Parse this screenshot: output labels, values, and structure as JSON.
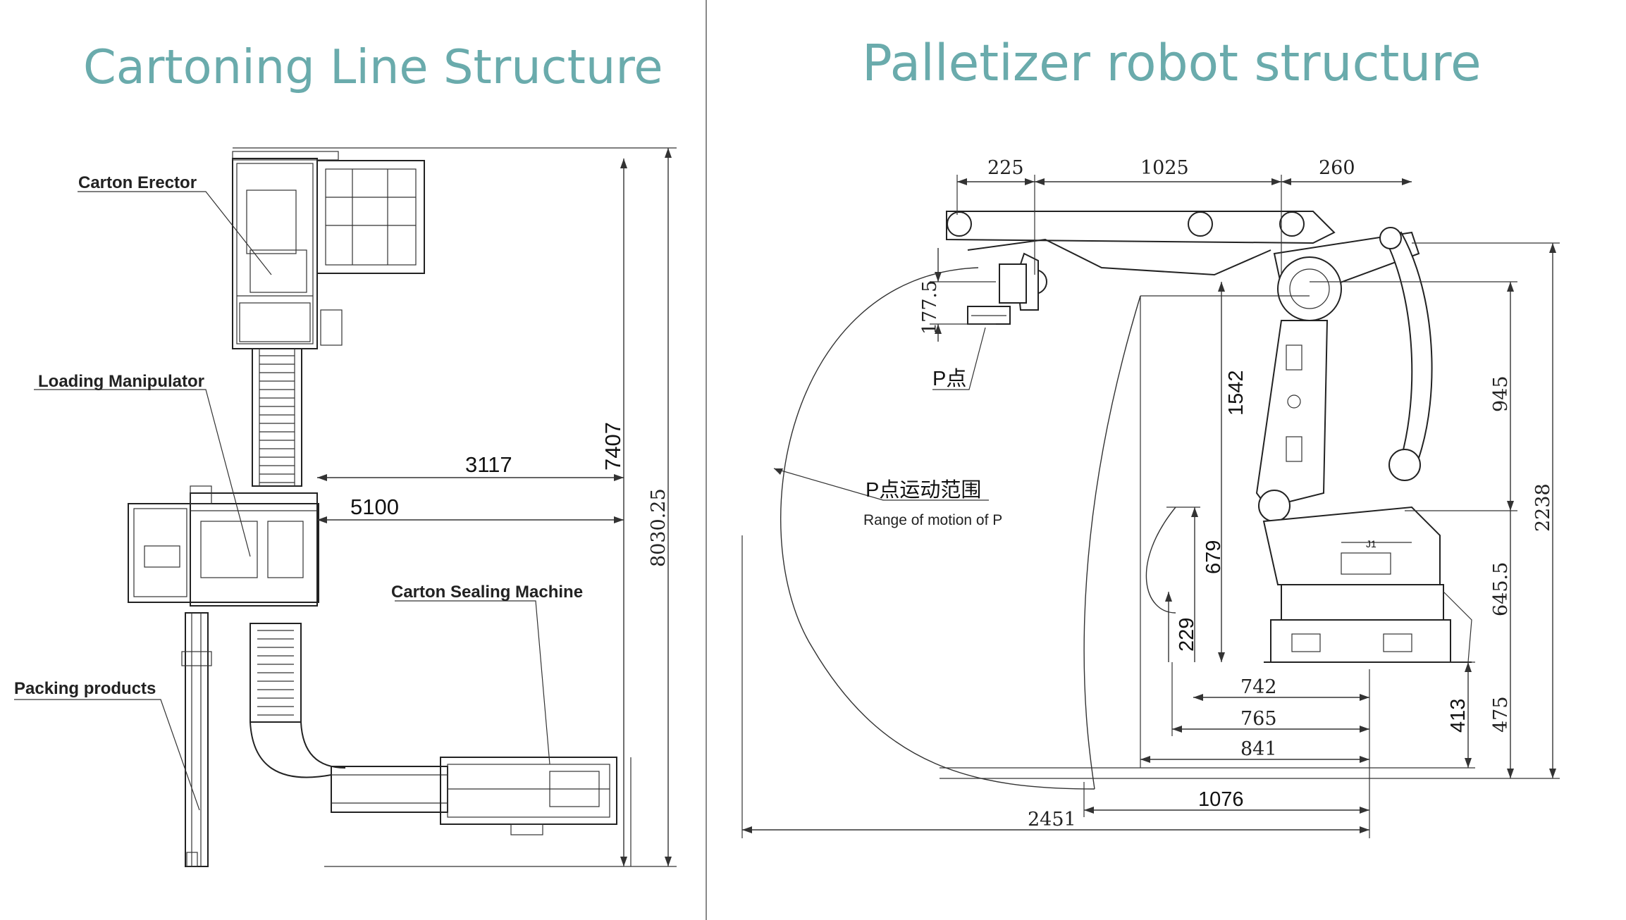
{
  "left": {
    "title": "Cartoning Line Structure",
    "labels": {
      "carton_erector": "Carton  Erector",
      "loading_manipulator": "Loading Manipulator",
      "carton_sealing_machine": "Carton Sealing Machine",
      "packing_products": "Packing products"
    },
    "dimensions": {
      "d3117": "3117",
      "d5100": "5100",
      "d7407": "7407",
      "d8030": "8030.25"
    }
  },
  "right": {
    "title": "Palletizer robot structure",
    "labels": {
      "p_point": "P点",
      "range_cn": "P点运动范围",
      "range_en": "Range of motion of P"
    },
    "dimensions": {
      "d225": "225",
      "d1025": "1025",
      "d260": "260",
      "d177": "177.5",
      "d1542": "1542",
      "d945": "945",
      "d2238": "2238",
      "d679": "679",
      "d229": "229",
      "d645": "645.5",
      "d742": "742",
      "d765": "765",
      "d841": "841",
      "d413": "413",
      "d475": "475",
      "d1076": "1076",
      "d2451": "2451"
    },
    "axis_label": "J1"
  }
}
